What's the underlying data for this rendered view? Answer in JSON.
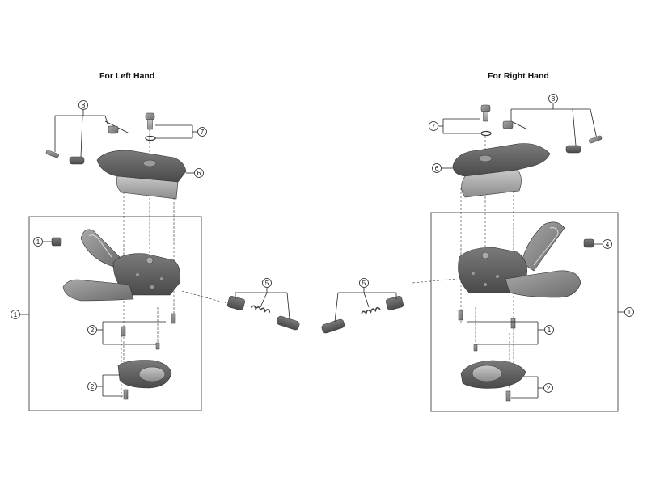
{
  "left_title": "For Left Hand",
  "right_title": "For Right Hand",
  "callouts": {
    "one": "1",
    "two": "2",
    "four": "4",
    "five": "5",
    "six": "6",
    "seven": "7",
    "eight": "8"
  },
  "colors": {
    "part_dark": "#5c5c5c",
    "part_mid": "#8a8a8a",
    "part_light": "#b4b4b4",
    "line": "#222222",
    "frame": "#555555"
  }
}
